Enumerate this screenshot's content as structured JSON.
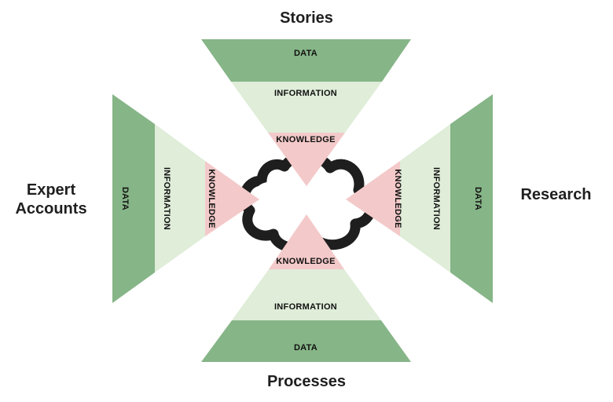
{
  "diagram": {
    "titles": {
      "top": "Stories",
      "bottom": "Processes",
      "left": "Expert\nAccounts",
      "right": "Research"
    },
    "layers": {
      "data": "DATA",
      "information": "INFORMATION",
      "knowledge": "KNOWLEDGE"
    },
    "colors": {
      "data": "#86b587",
      "information": "#dfedd9",
      "knowledge": "#f3c9c9",
      "cloud_outline": "#1e1e1e"
    },
    "center_icon": "cloud-icon"
  }
}
